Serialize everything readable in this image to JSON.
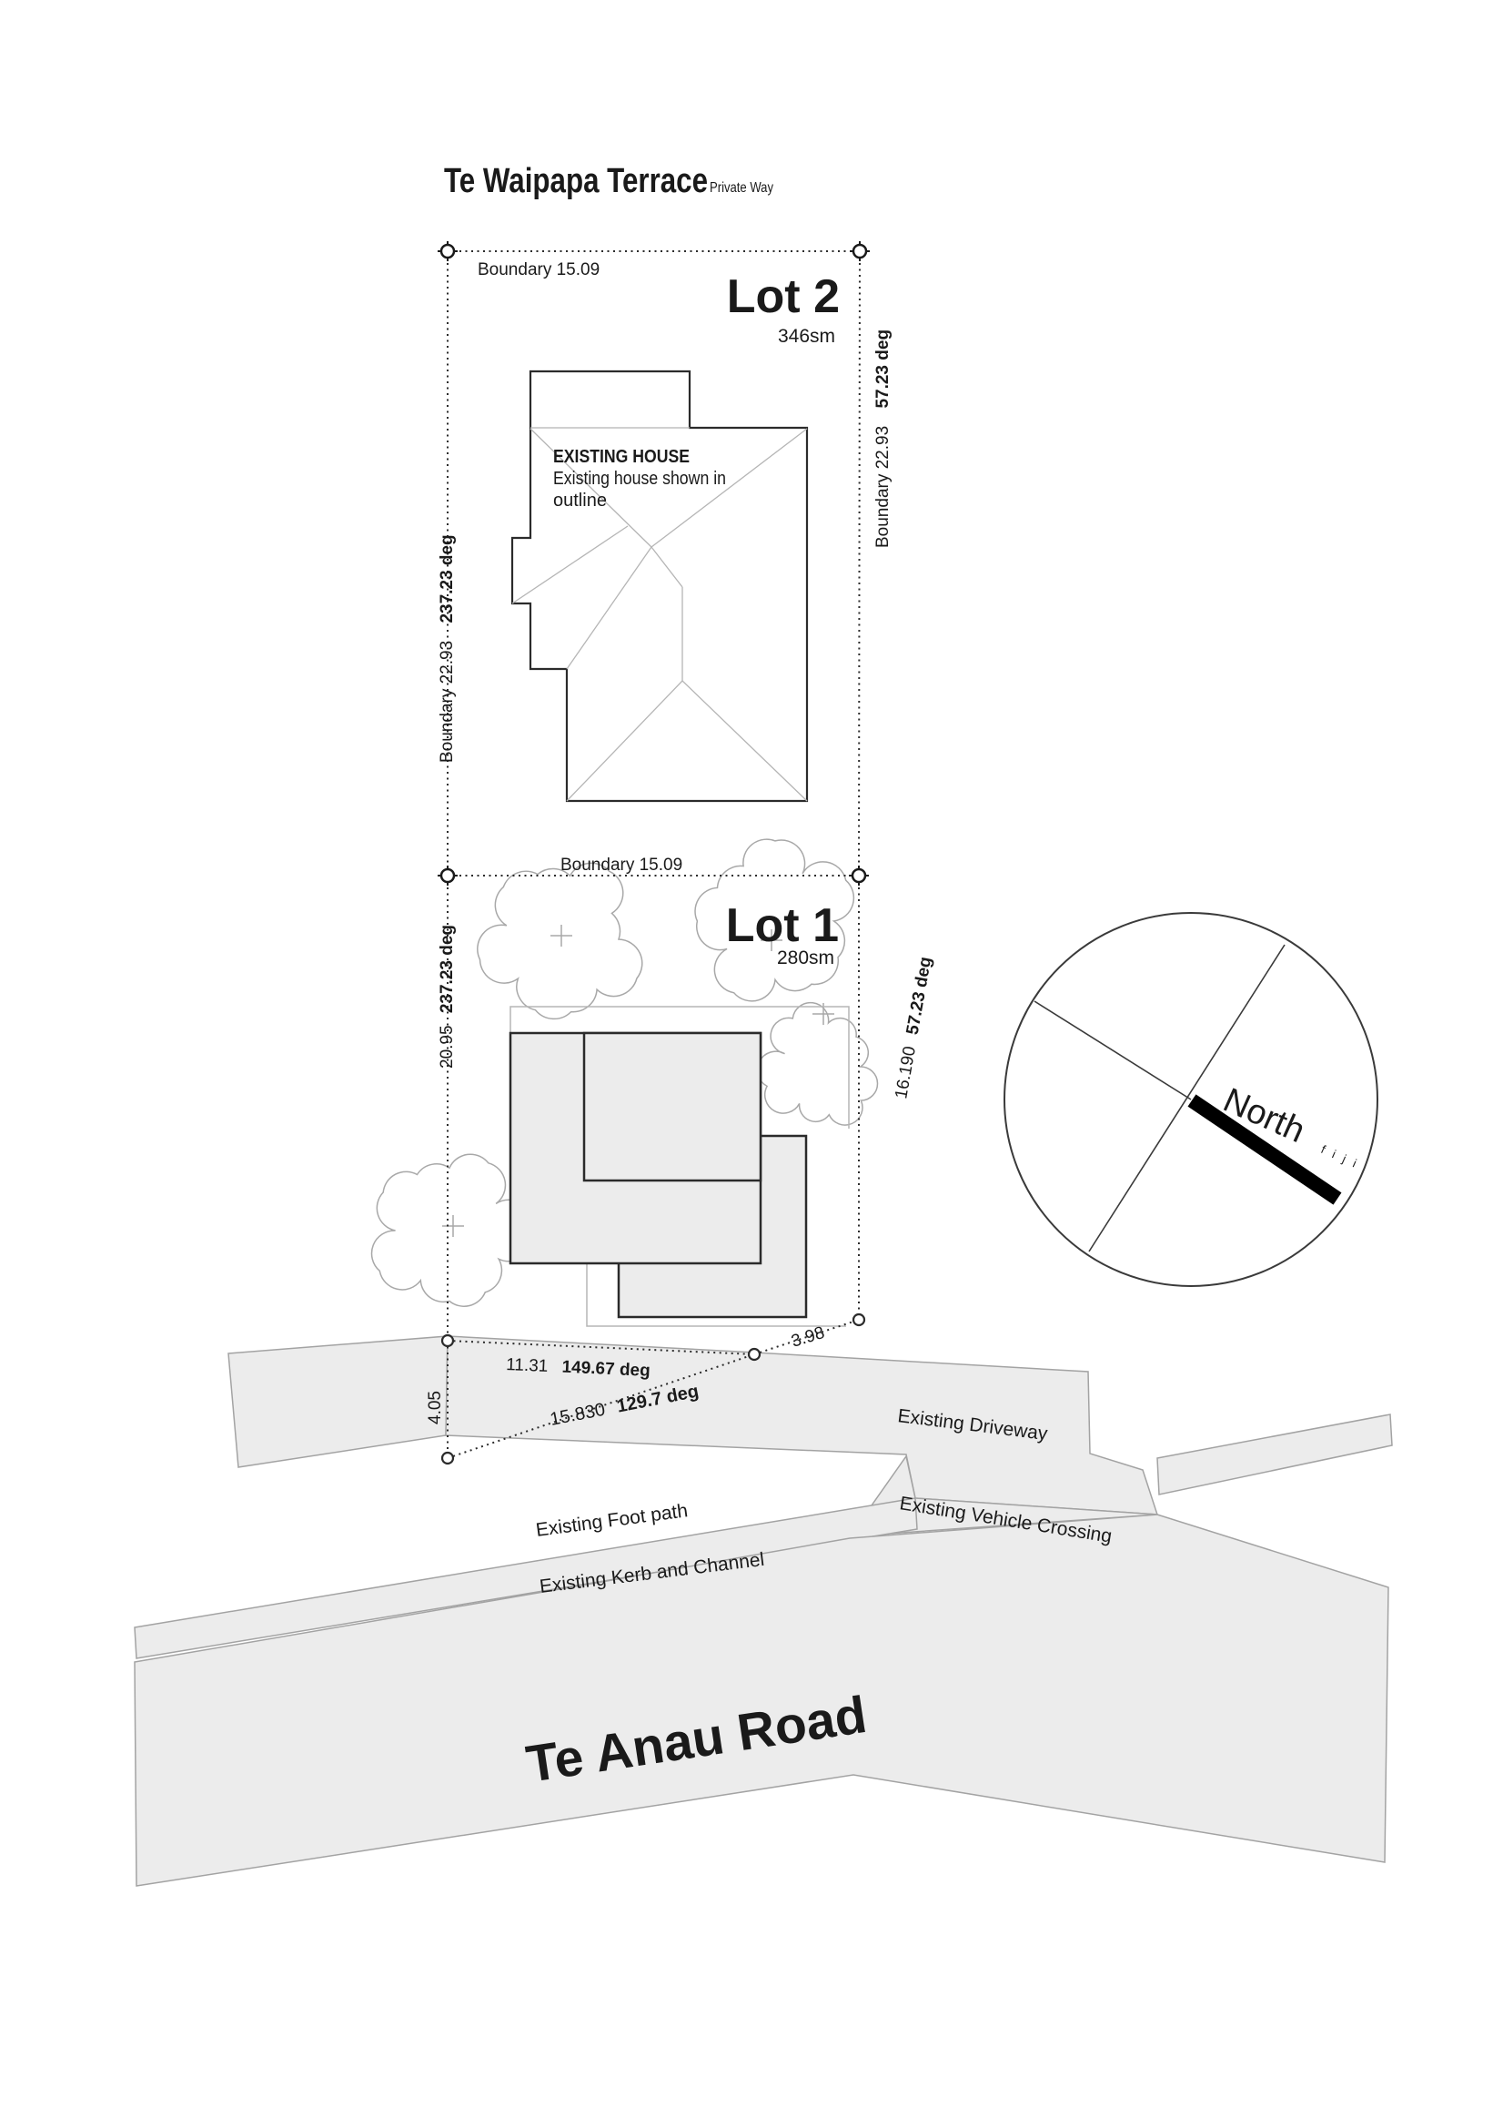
{
  "street": {
    "name": "Te Waipapa Terrace",
    "type": "Private Way"
  },
  "lot2": {
    "label": "Lot 2",
    "area": "346sm",
    "top_boundary": "Boundary 15.09",
    "left_boundary": "Boundary 22.93",
    "left_bearing": "237.23 deg",
    "right_boundary": "Boundary 22.93",
    "right_bearing": "57.23 deg"
  },
  "existing_house": {
    "heading": "EXISTING HOUSE",
    "note1": "Existing house shown in",
    "note2": "outline"
  },
  "lot1": {
    "label": "Lot 1",
    "area": "280sm",
    "top_boundary": "Boundary 15.09",
    "left_length": "20.95",
    "left_bearing": "237.23 deg",
    "right_length": "16.190",
    "right_bearing": "57.23 deg",
    "front_length": "11.31",
    "front_bearing": "149.67 deg",
    "splay_length": "3.98",
    "side_length": "4.05",
    "diagonal_length": "15.830",
    "diagonal_bearing": "129.7 deg"
  },
  "features": {
    "driveway": "Existing Driveway",
    "vehicle_crossing": "Existing Vehicle Crossing",
    "footpath": "Existing Foot path",
    "kerb": "Existing Kerb and Channel"
  },
  "road": {
    "name": "Te Anau Road"
  },
  "compass": {
    "label": "North",
    "note": "f i j i"
  },
  "colors": {
    "surface_fill": "#ececec",
    "outline_dark": "#1a1a1a",
    "roof_line": "#b5b5b5",
    "tree_line": "#a8a8a8"
  }
}
